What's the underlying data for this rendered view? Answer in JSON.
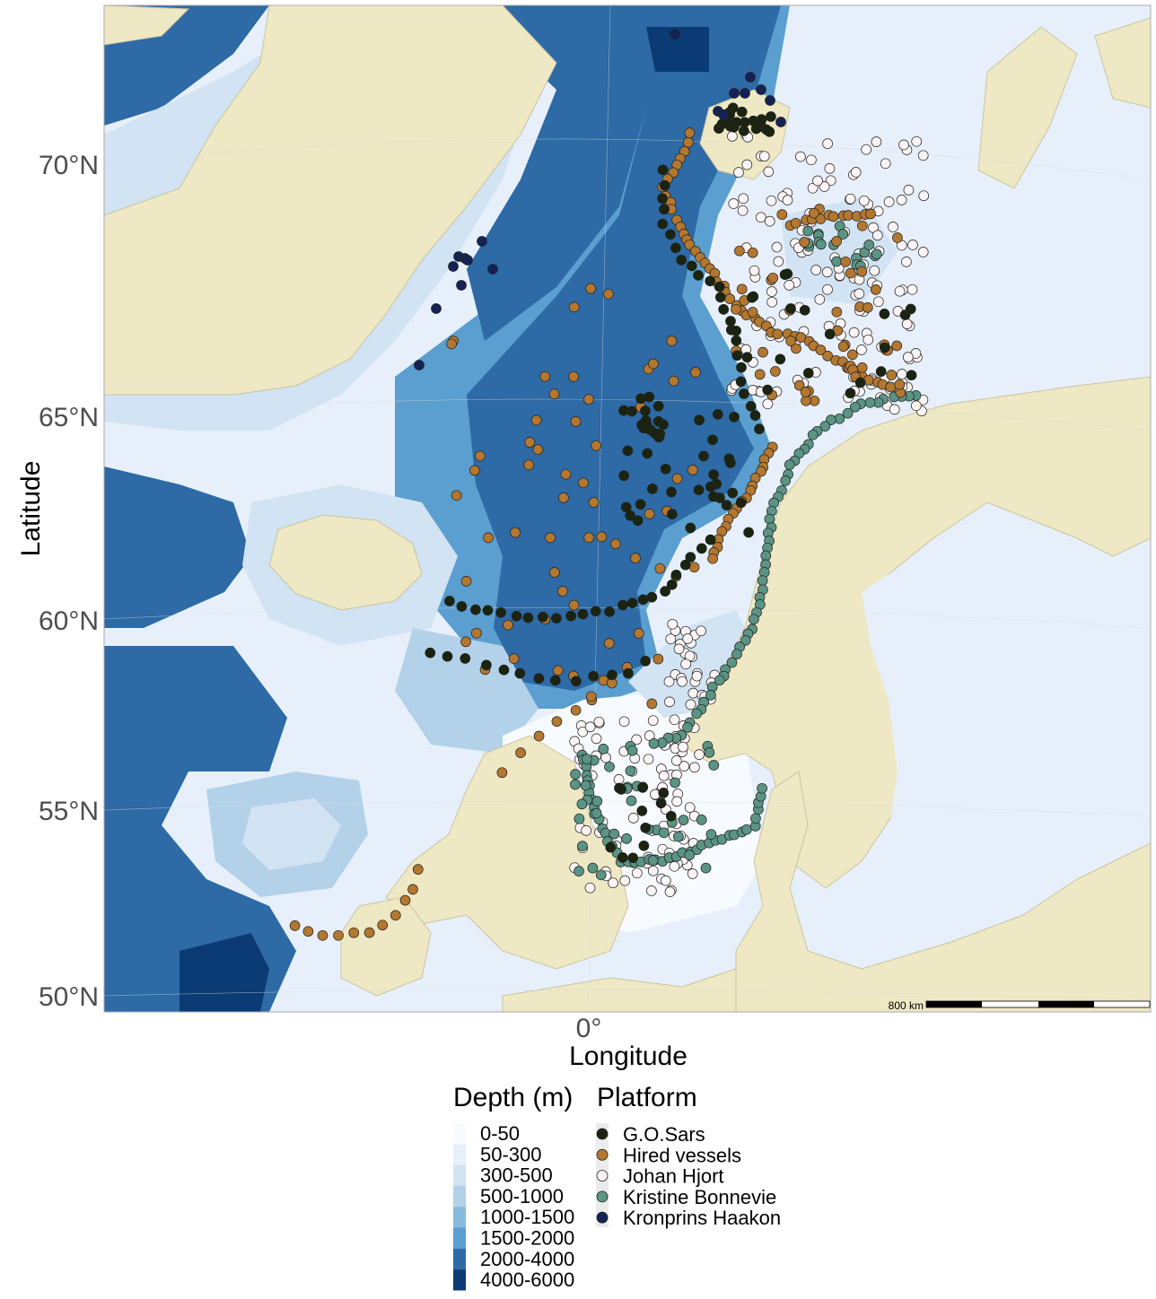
{
  "axes": {
    "y_title": "Latitude",
    "x_title": "Longitude",
    "lat_ticks": [
      "70°N",
      "65°N",
      "60°N",
      "55°N",
      "50°N"
    ],
    "lon_ticks": [
      "0°"
    ]
  },
  "scale_bar": {
    "label": "800 km"
  },
  "legend_depth": {
    "title": "Depth (m)",
    "items": [
      {
        "label": "0-50",
        "color": "#f7fbff"
      },
      {
        "label": "50-300",
        "color": "#e7f0fa"
      },
      {
        "label": "300-500",
        "color": "#d2e3f3"
      },
      {
        "label": "500-1000",
        "color": "#b3d2ea"
      },
      {
        "label": "1000-1500",
        "color": "#87bbde"
      },
      {
        "label": "1500-2000",
        "color": "#5a9fcf"
      },
      {
        "label": "2000-4000",
        "color": "#2d6aa6"
      },
      {
        "label": "4000-6000",
        "color": "#0b3b74"
      }
    ]
  },
  "legend_platform": {
    "title": "Platform",
    "items": [
      {
        "label": "G.O.Sars",
        "color": "#1b2410"
      },
      {
        "label": "Hired vessels",
        "color": "#b4772f"
      },
      {
        "label": "Johan Hjort",
        "color": "#fdf5f5"
      },
      {
        "label": "Kristine Bonnevie",
        "color": "#5b9484"
      },
      {
        "label": "Kronprins Haakon",
        "color": "#142255"
      }
    ]
  },
  "colors": {
    "land": "#eee8c4",
    "land_stroke": "#c9c39f"
  }
}
